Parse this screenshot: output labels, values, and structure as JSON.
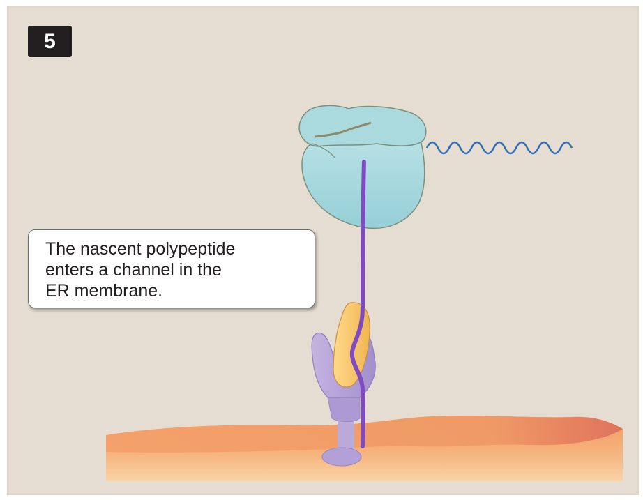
{
  "step": {
    "number": "5"
  },
  "callout": {
    "lines": [
      "The nascent polypeptide",
      "enters a channel in the",
      "ER membrane."
    ]
  },
  "colors": {
    "background": "#e6ddd2",
    "ribosome": "#a6d8de",
    "ribosome_outline": "#7a8f7c",
    "mrna": "#2f6fb0",
    "polypeptide": "#7f4ac2",
    "srp": "#f7c66f",
    "receptor": "#b4a1d6",
    "membrane": "#f0a870"
  },
  "icons": {
    "ribosome": "ribosome-icon",
    "mrna": "mrna-strand-icon",
    "polypeptide": "polypeptide-chain-icon",
    "srp": "srp-particle-icon",
    "receptor": "translocon-channel-icon",
    "membrane": "er-membrane-icon"
  }
}
